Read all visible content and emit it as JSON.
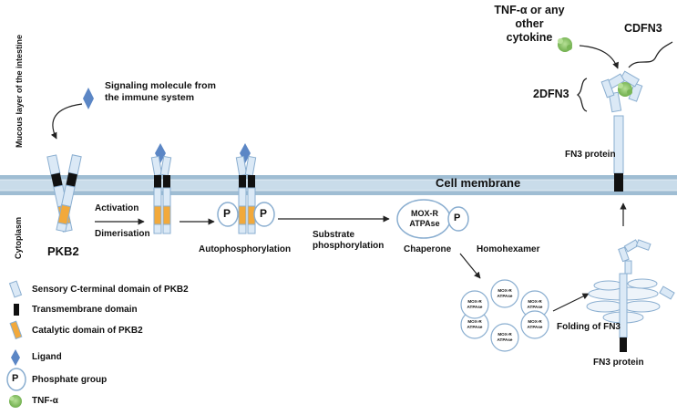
{
  "labels": {
    "mucous_layer": "Mucous layer of the intestine",
    "cytoplasm": "Cytoplasm",
    "signaling_molecule": "Signaling molecule from the immune system",
    "cell_membrane": "Cell membrane",
    "pkb2": "PKB2",
    "activation": "Activation",
    "dimerisation": "Dimerisation",
    "autophosphorylation": "Autophosphorylation",
    "substrate_phosphorylation": "Substrate phosphorylation",
    "chaperone": "Chaperone",
    "homohexamer": "Homohexamer",
    "folding": "Folding of FN3",
    "fn3_protein_top": "FN3 protein",
    "fn3_protein_bottom": "FN3 protein",
    "tnf_cytokine": "TNF-α or any other cytokine",
    "cdfn3": "CDFN3",
    "dfn3": "2DFN3",
    "phosphate_p": "P",
    "mox_r": "MOX-R",
    "atpase": "ATPAse",
    "mox_small": "MOX-R ATPAse"
  },
  "legend": [
    {
      "icon": "sensory-domain-icon",
      "label": "Sensory C-terminal domain of PKB2"
    },
    {
      "icon": "transmembrane-domain-icon",
      "label": "Transmembrane domain"
    },
    {
      "icon": "catalytic-domain-icon",
      "label": "Catalytic domain of PKB2"
    },
    {
      "icon": "ligand-icon",
      "label": "Ligand"
    },
    {
      "icon": "phosphate-group-icon",
      "label": "Phosphate group"
    },
    {
      "icon": "tnf-alpha-icon",
      "label": "TNF-α"
    }
  ],
  "colors": {
    "membrane": "#bcd3e4",
    "membrane_edge": "#8fb0c8",
    "sensory_fill": "#dbe9f6",
    "sensory_stroke": "#8aaed0",
    "transmembrane": "#111111",
    "catalytic": "#f2a93b",
    "ligand": "#5b86c5",
    "tnf": "#8cc56a",
    "arrow": "#222222"
  }
}
